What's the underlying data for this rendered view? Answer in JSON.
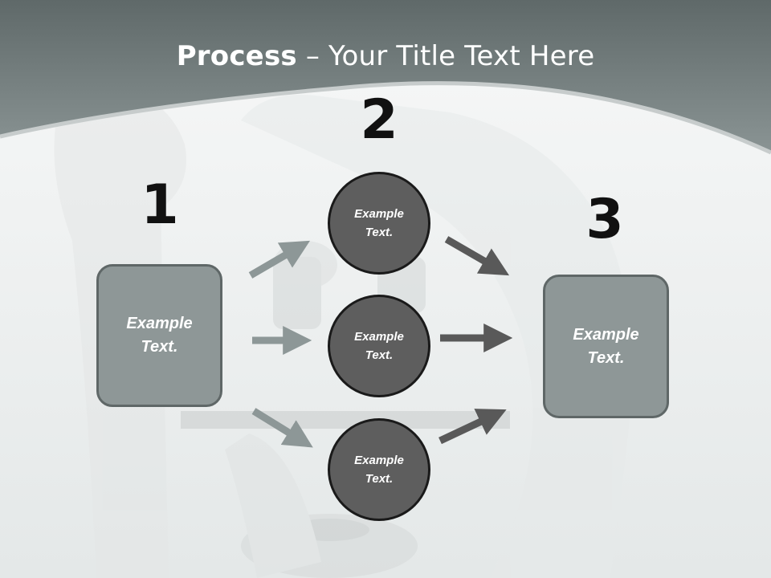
{
  "title": {
    "bold": "Process",
    "rest": " – Your Title Text Here"
  },
  "steps": [
    {
      "number": "1",
      "label": "Example\nText."
    },
    {
      "number": "2",
      "circles": [
        "Example\nText.",
        "Example\nText.",
        "Example\nText."
      ]
    },
    {
      "number": "3",
      "label": "Example\nText."
    }
  ],
  "colors": {
    "header": "#6e7878",
    "box_fill": "#8e9797",
    "circle_fill": "#5e5e5e",
    "left_arrows": "#8d9797",
    "right_arrows": "#595959"
  }
}
